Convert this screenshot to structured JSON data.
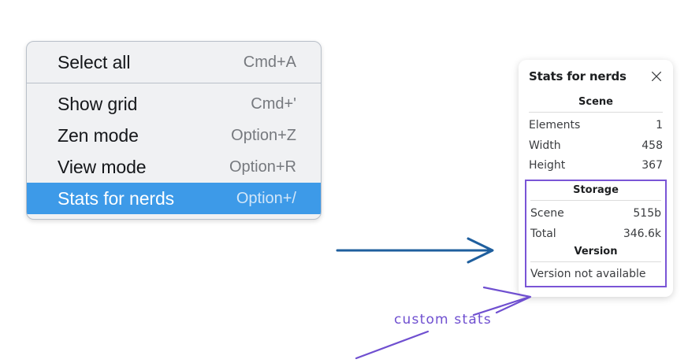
{
  "context_menu": {
    "groups": [
      {
        "items": [
          {
            "label": "Select all",
            "shortcut": "Cmd+A",
            "selected": false
          }
        ]
      },
      {
        "items": [
          {
            "label": "Show grid",
            "shortcut": "Cmd+'",
            "selected": false
          },
          {
            "label": "Zen mode",
            "shortcut": "Option+Z",
            "selected": false
          },
          {
            "label": "View mode",
            "shortcut": "Option+R",
            "selected": false
          },
          {
            "label": "Stats for nerds",
            "shortcut": "Option+/",
            "selected": true
          }
        ]
      }
    ],
    "highlight_color": "#3d9ae8"
  },
  "stats_panel": {
    "title": "Stats for nerds",
    "close_icon": "close-icon",
    "scene": {
      "heading": "Scene",
      "rows": [
        {
          "key": "Elements",
          "value": "1"
        },
        {
          "key": "Width",
          "value": "458"
        },
        {
          "key": "Height",
          "value": "367"
        }
      ]
    },
    "storage": {
      "heading": "Storage",
      "rows": [
        {
          "key": "Scene",
          "value": "515b"
        },
        {
          "key": "Total",
          "value": "346.6k"
        }
      ]
    },
    "version": {
      "heading": "Version",
      "text": "Version not available"
    },
    "highlight_border_color": "#7a55d6"
  },
  "annotations": {
    "ink_label": "custom stats",
    "ink_color": "#6f4fd0",
    "arrow_color": "#1f5f9e"
  }
}
